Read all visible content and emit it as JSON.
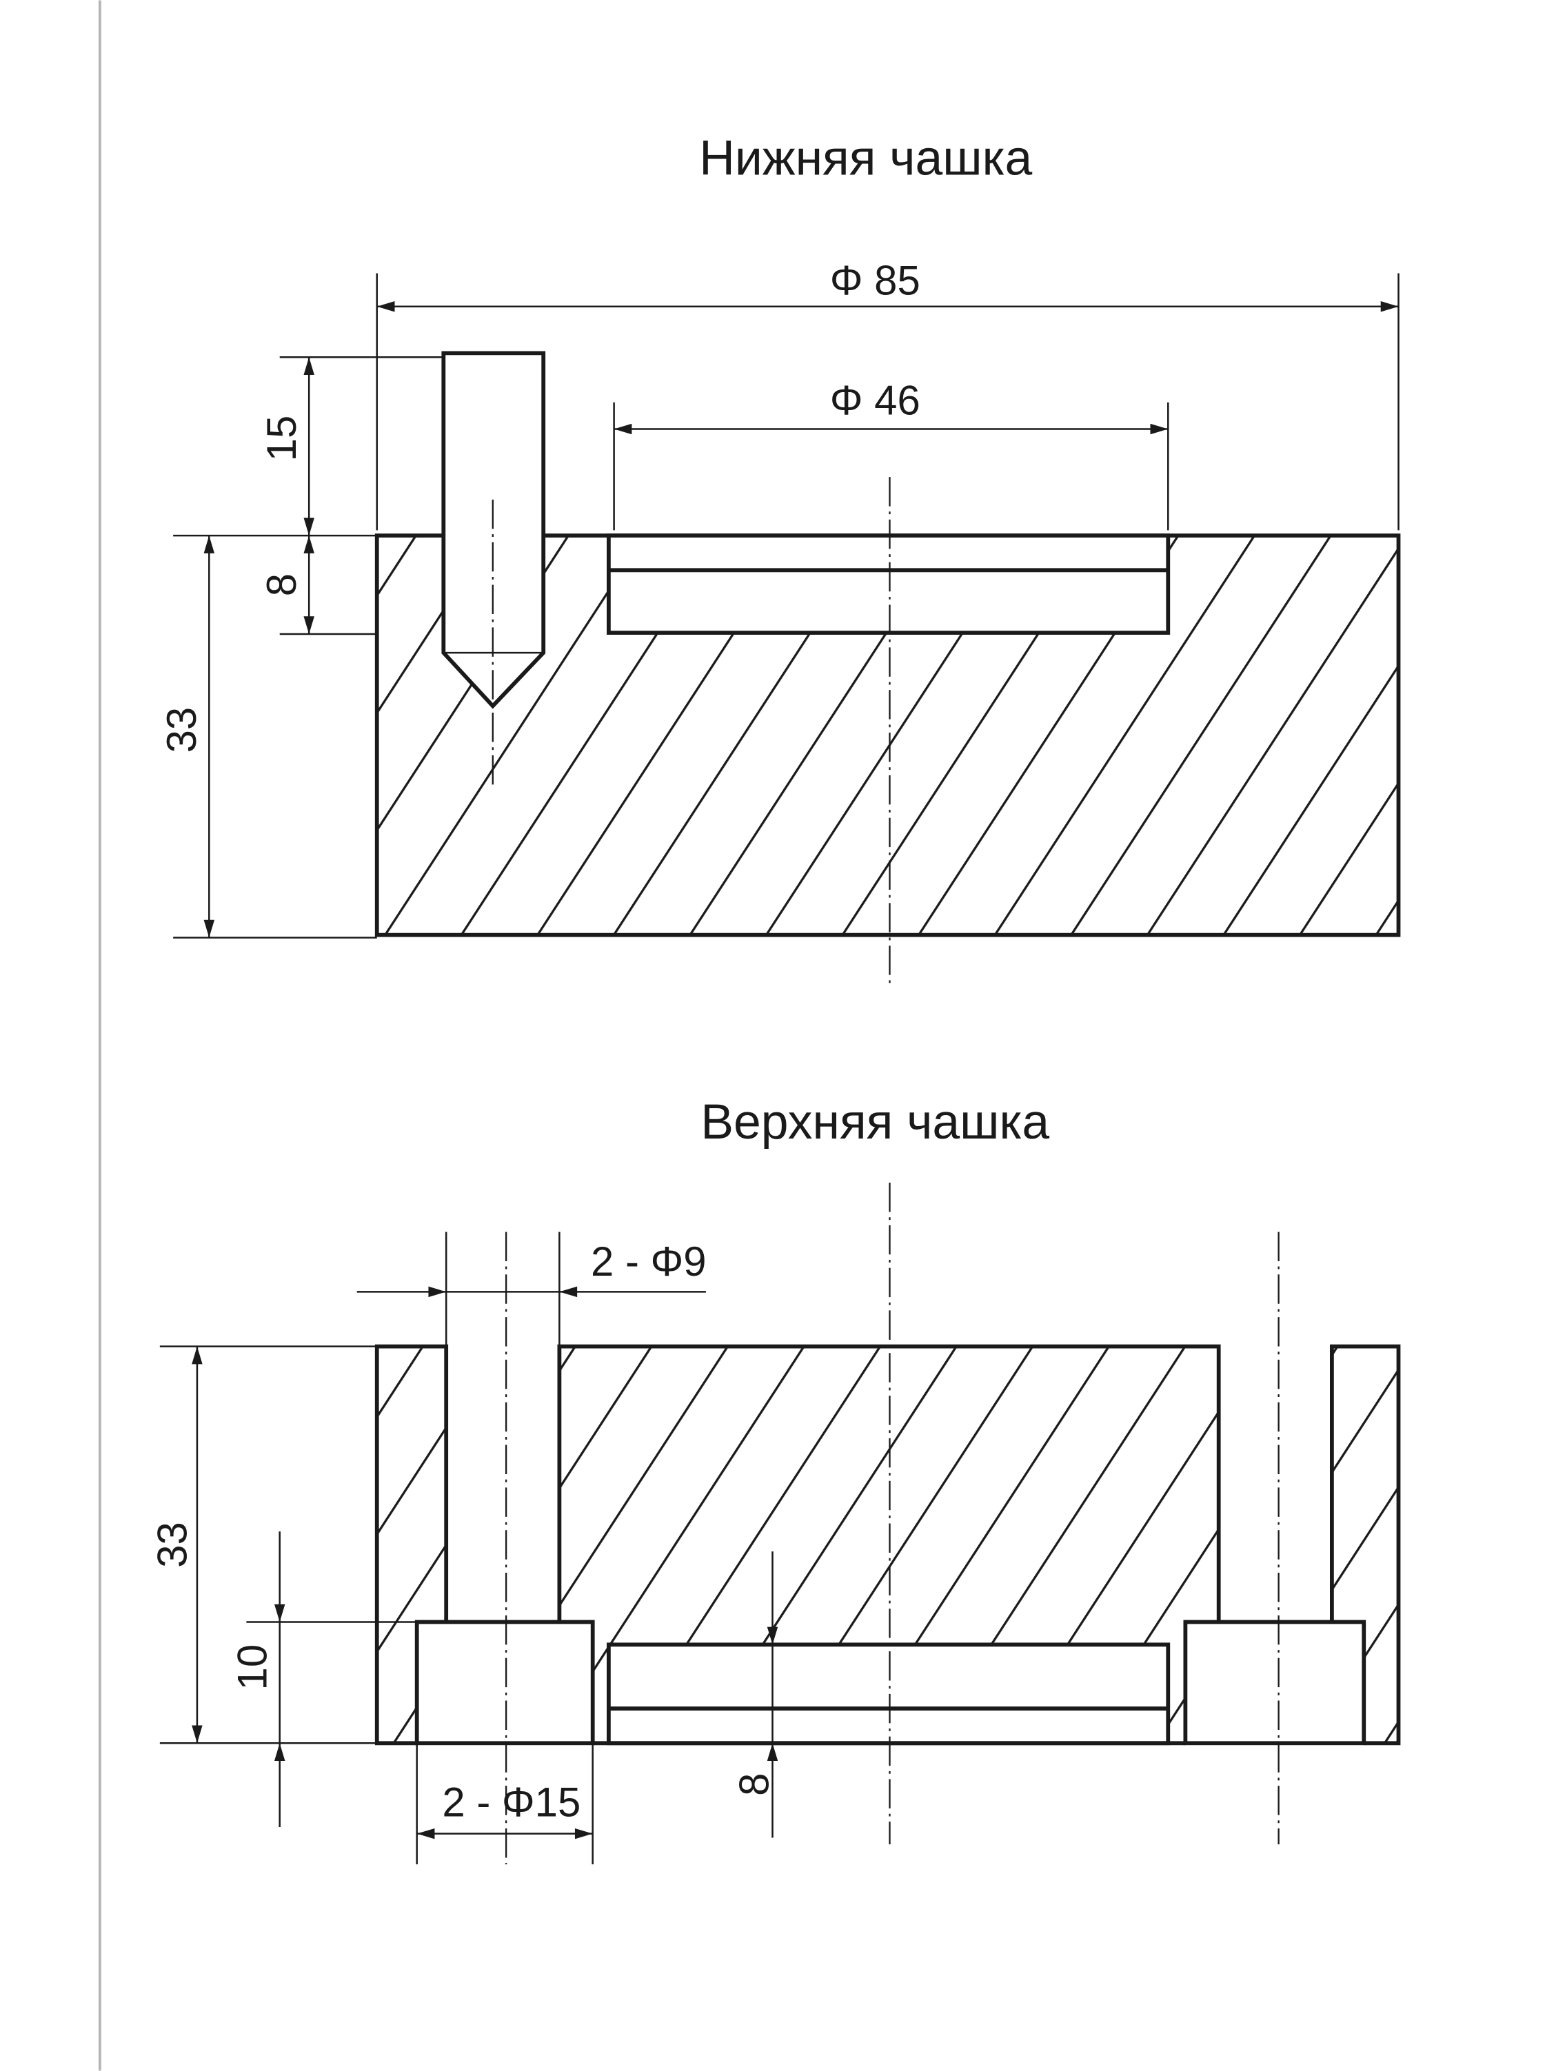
{
  "lower_cup": {
    "title": "Нижняя чашка",
    "dim_outer_diameter": "Φ 85",
    "dim_recess_diameter": "Φ 46",
    "dim_pin_height": "15",
    "dim_recess_depth": "8",
    "dim_height": "33"
  },
  "upper_cup": {
    "title": "Верхняя чашка",
    "dim_hole": "2 - Φ9",
    "dim_counterbore": "2 - Φ15",
    "dim_height": "33",
    "dim_counterbore_depth": "10",
    "dim_recess_depth": "8"
  }
}
